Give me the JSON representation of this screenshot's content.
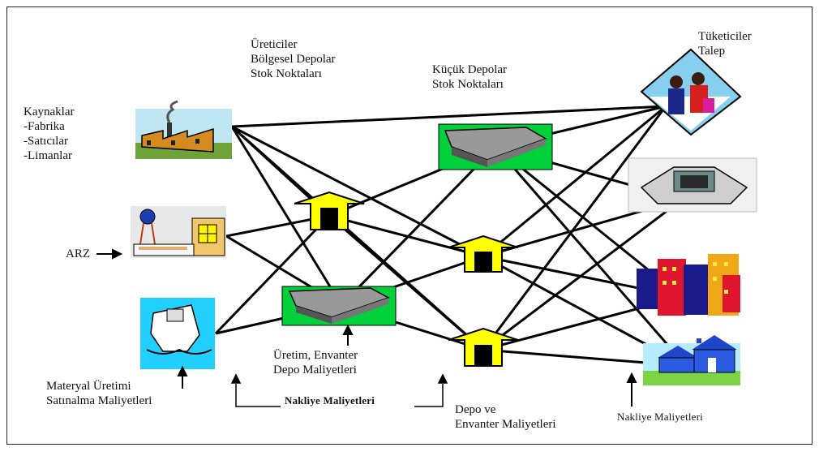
{
  "labels": {
    "sources_title": "Kaynaklar",
    "sources_items": [
      "-Fabrika",
      "-Satıcılar",
      "-Limanlar"
    ],
    "supply": "ARZ",
    "producers": [
      "Üreticiler",
      "Bölgesel Depolar",
      "Stok Noktaları"
    ],
    "small_depots": [
      "Küçük Depolar",
      "Stok Noktaları"
    ],
    "consumers": [
      "Tüketiciler",
      "Talep"
    ],
    "material_costs": [
      "Materyal Üretimi",
      "Satınalma Maliyetleri"
    ],
    "production_costs": [
      "Üretim, Envanter",
      "Depo Maliyetleri"
    ],
    "transport_costs": "Nakliye Maliyetleri",
    "depot_inventory_costs": [
      "Depo ve",
      "Envanter Maliyetleri"
    ],
    "transport_costs_right": "Nakliye Maliyetleri"
  },
  "icons": [
    "factory-icon",
    "water-tower-building-icon",
    "cargo-ship-icon",
    "warehouse-top-icon",
    "house-depot-icon",
    "warehouse-mid-icon",
    "consumers-family-icon",
    "mall-icon",
    "city-buildings-icon",
    "suburb-houses-icon"
  ]
}
